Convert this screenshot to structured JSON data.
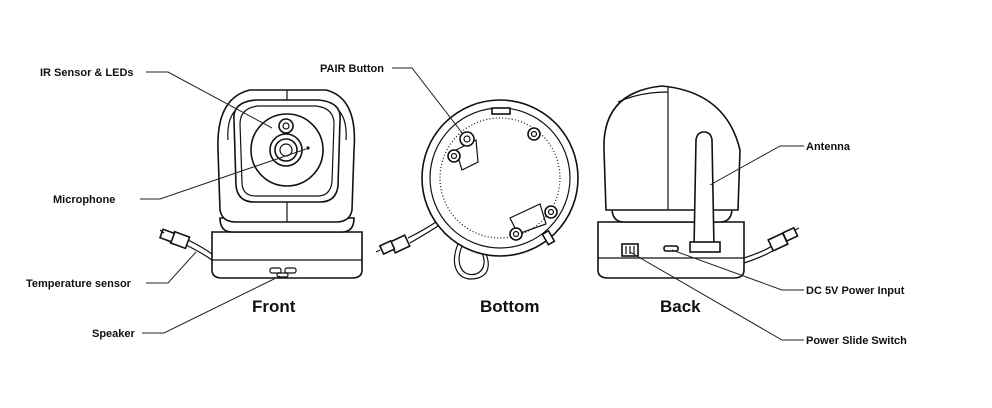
{
  "views": {
    "front": "Front",
    "bottom": "Bottom",
    "back": "Back"
  },
  "callouts": {
    "ir_sensor": "IR Sensor & LEDs",
    "microphone": "Microphone",
    "temperature_sensor": "Temperature sensor",
    "speaker": "Speaker",
    "pair_button": "PAIR Button",
    "antenna": "Antenna",
    "dc_input": "DC 5V Power Input",
    "power_switch": "Power Slide Switch"
  }
}
